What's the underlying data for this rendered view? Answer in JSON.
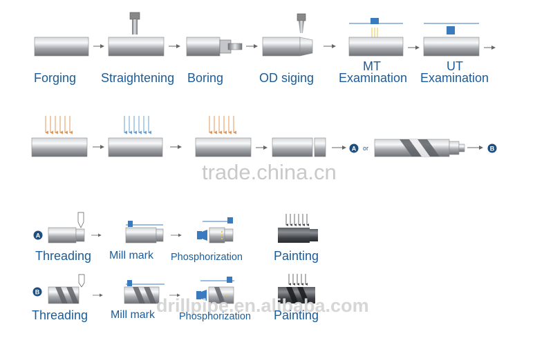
{
  "row1": {
    "forging": "Forging",
    "straightening": "Straightening",
    "boring": "Boring",
    "od": "OD siging",
    "mt1": "MT",
    "mt2": "Examination",
    "ut1": "UT",
    "ut2": "Examination"
  },
  "row2": {
    "badge_a": "A",
    "or": "or",
    "badge_b": "B"
  },
  "row3": {
    "badge": "A",
    "threading": "Threading",
    "mill": "Mill mark",
    "phos": "Phosphorization",
    "painting": "Painting"
  },
  "row4": {
    "badge": "B",
    "threading": "Threading",
    "mill": "Mill mark",
    "phos": "Phosphorization",
    "painting": "Painting"
  },
  "watermarks": {
    "main": "trade.china.cn",
    "site": "drillpipe.en.alibaba.com"
  },
  "colors": {
    "label": "#1a5c99",
    "badge": "#1e4d80",
    "tool_blue": "#3a7bbf",
    "arrow_orange": "#e0975a",
    "arrow_blue": "#6a9fd4"
  }
}
